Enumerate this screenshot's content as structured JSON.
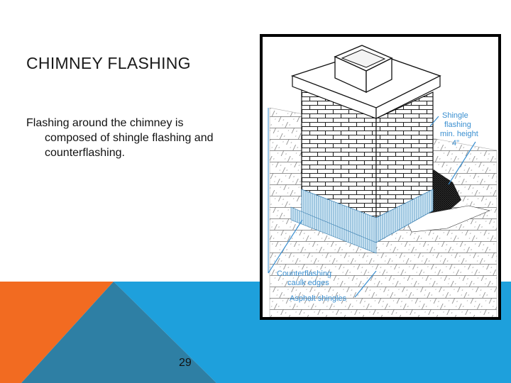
{
  "slide": {
    "title": "CHIMNEY FLASHING",
    "body_line1": "Flashing around the chimney is",
    "body_rest": "composed of shingle flashing and counterflashing.",
    "page_number": "29"
  },
  "figure": {
    "label_shingle_1": "Shingle",
    "label_shingle_2": "flashing",
    "label_shingle_3": "min. height",
    "label_shingle_4": "4\"",
    "label_counter_1": "Counterflashing",
    "label_counter_2": "caulk edges",
    "label_asphalt": "Asphalt shingles"
  },
  "colors": {
    "orange": "#f26b21",
    "blue": "#1ea0dc",
    "teal": "#2e7fa4",
    "label_blue": "#3a8fd0"
  }
}
